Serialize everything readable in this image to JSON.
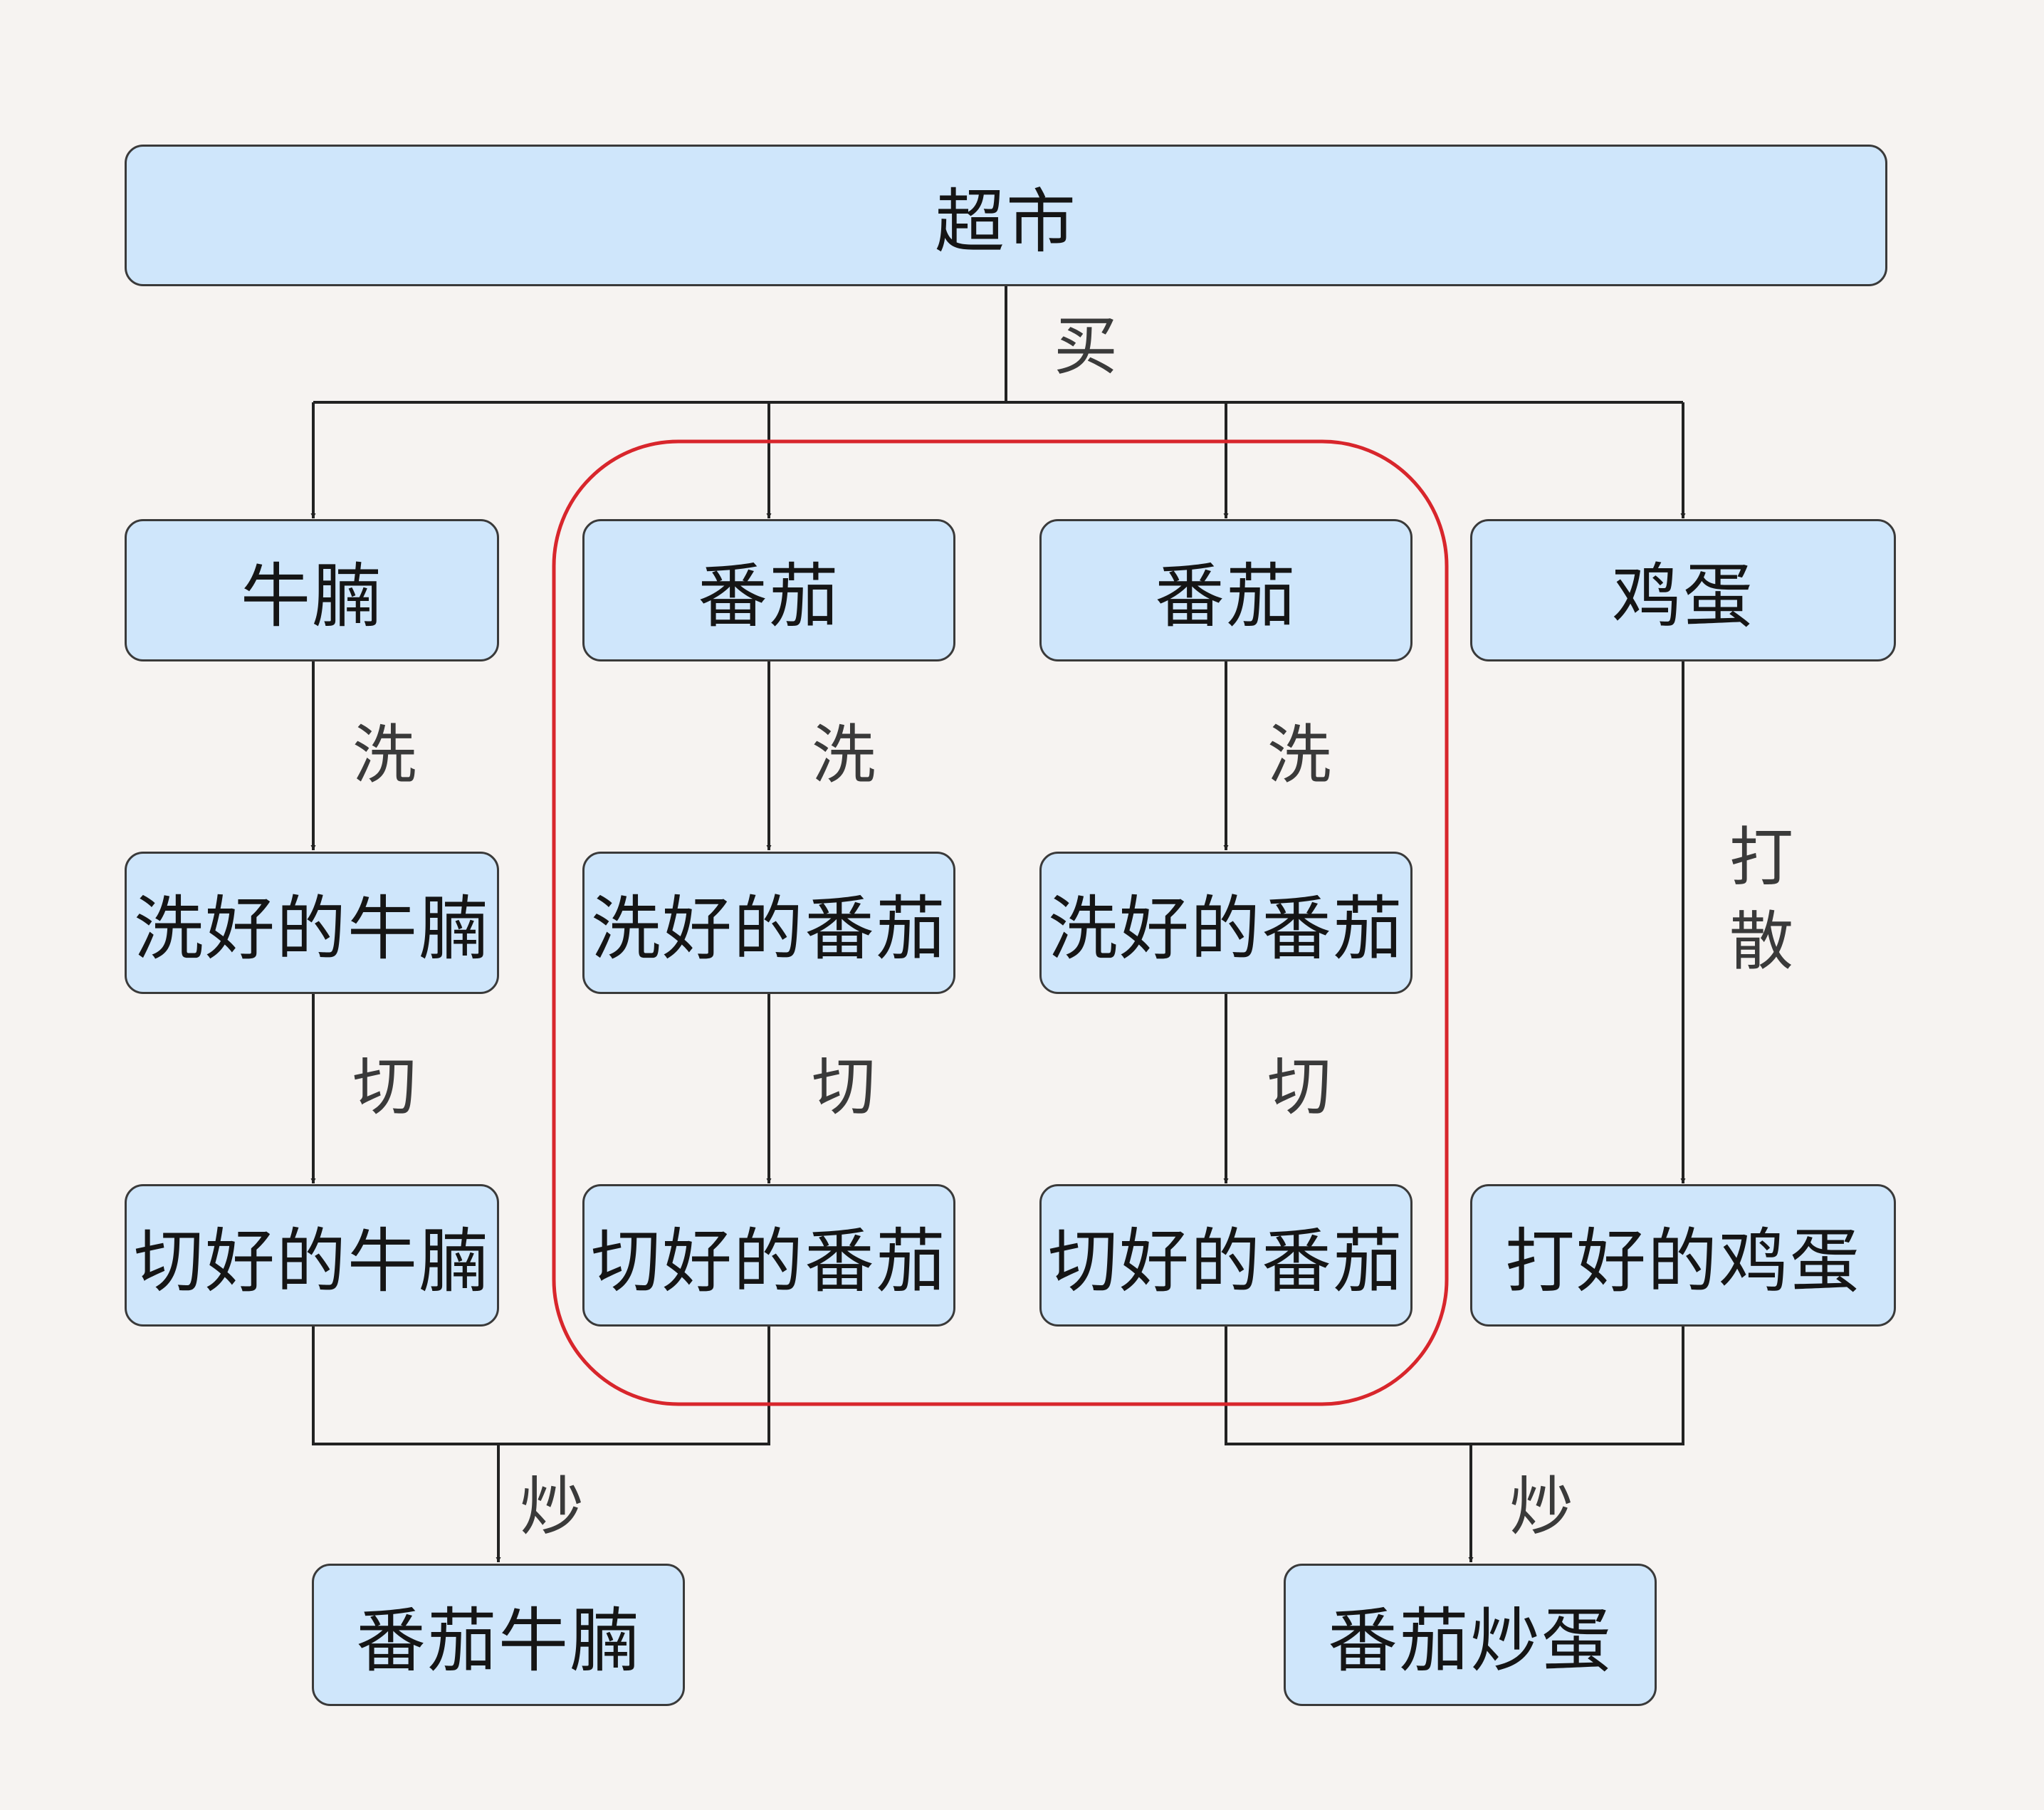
{
  "nodes": {
    "supermarket": "超市",
    "brisket": "牛腩",
    "tomato_a": "番茄",
    "tomato_b": "番茄",
    "eggs": "鸡蛋",
    "washed_brisket": "洗好的牛腩",
    "washed_tomato_a": "洗好的番茄",
    "washed_tomato_b": "洗好的番茄",
    "cut_brisket": "切好的牛腩",
    "cut_tomato_a": "切好的番茄",
    "cut_tomato_b": "切好的番茄",
    "beaten_eggs": "打好的鸡蛋",
    "tomato_brisket": "番茄牛腩",
    "tomato_egg": "番茄炒蛋"
  },
  "edge_labels": {
    "buy": "买",
    "wash": "洗",
    "cut": "切",
    "beat": "打散",
    "stirfry": "炒"
  },
  "colors": {
    "background": "#f6f3f1",
    "node_fill": "#cfe6fb",
    "node_border": "#3a3a3a",
    "edge": "#222222",
    "highlight": "#d8262c"
  }
}
